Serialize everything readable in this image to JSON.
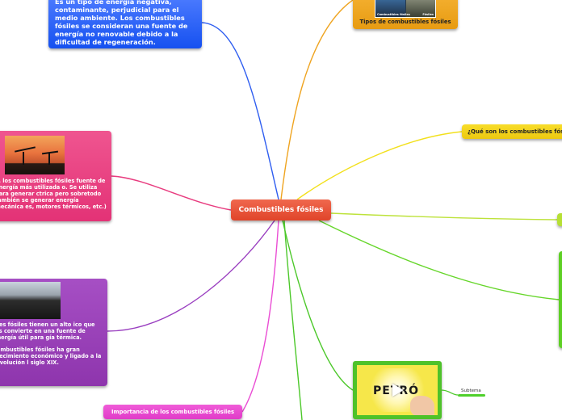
{
  "central": {
    "label": "Combustibles fósiles"
  },
  "nodes": {
    "blue": {
      "text": "Es un tipo de energía negativa, contaminante, perjudicial para el medio ambiente. Los combustibles fósiles se consideran una fuente de energía no renovable debido a la dificultad de regeneración."
    },
    "orange": {
      "title": "Tipos de combustibles fósiles",
      "thumb_left": "Combustibles fósiles",
      "thumb_right": "Fósiles"
    },
    "yellow": {
      "label": "¿Qué son los combustibles fós"
    },
    "pink": {
      "text": "e, los combustibles fósiles fuente de energía más utilizada o. Se utiliza para generar ctrica pero sobretodo también se generar energía mecánica es, motores térmicos, etc.)"
    },
    "purple": {
      "text_1": "bles fósiles tienen un alto ico que los convierte en una fuente de energía útil para gía térmica.",
      "text_2": "combustibles fósiles ha gran crecimiento económico y ligado a la revolución l siglo XIX."
    },
    "magenta": {
      "label": "Importancia de los combustibles fósiles"
    },
    "video": {
      "sign": "PETRÓ"
    },
    "subtema": {
      "label": "Subtema"
    }
  },
  "colors": {
    "central": "#e8563a",
    "blue": "#1f5cf5",
    "orange": "#eda51f",
    "yellow": "#f2d21a",
    "lime": "#b6e034",
    "green": "#5ed024",
    "pink": "#e93f80",
    "purple": "#9a41b8",
    "magenta": "#e84ad0",
    "video_green": "#4ec22a"
  }
}
